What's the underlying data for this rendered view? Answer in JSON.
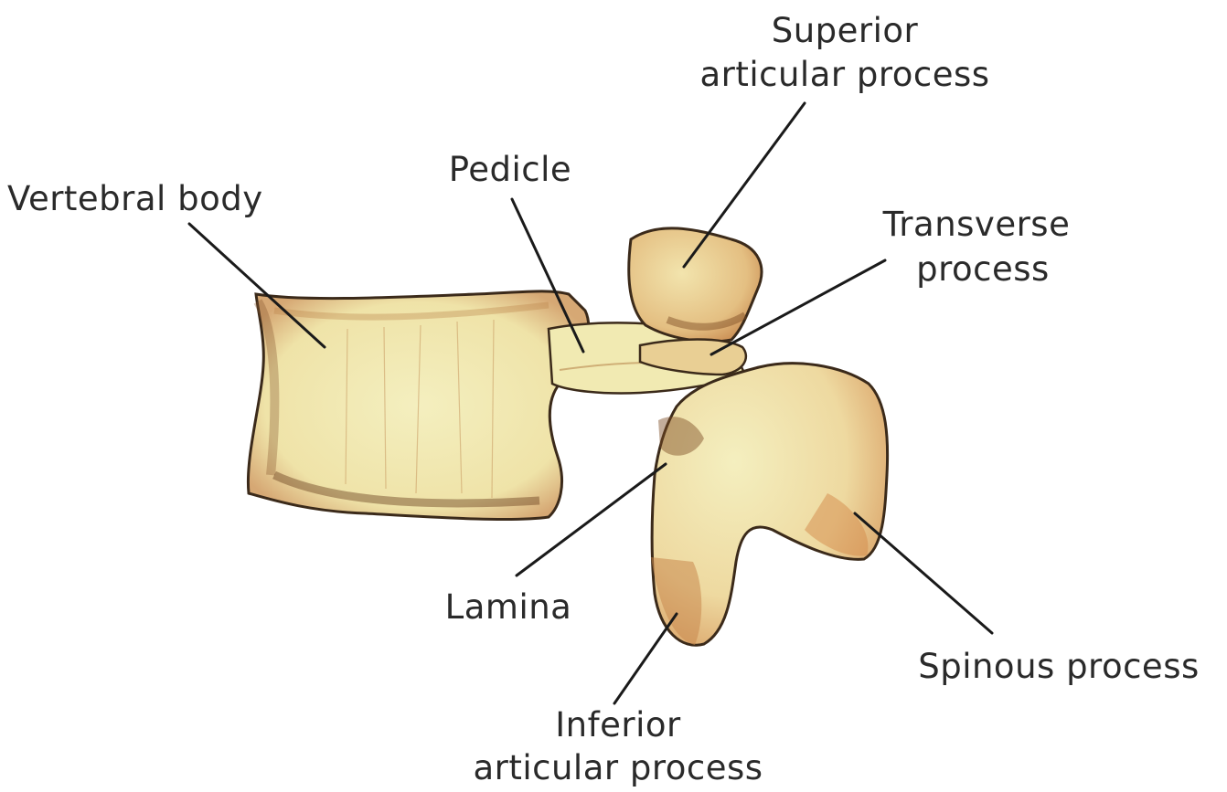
{
  "labels": {
    "superior_articular_process": {
      "line1": "Superior",
      "line2": "articular process"
    },
    "pedicle": "Pedicle",
    "vertebral_body": "Vertebral body",
    "transverse_process": {
      "line1": "Transverse",
      "line2": "process"
    },
    "lamina": "Lamina",
    "spinous_process": "Spinous process",
    "inferior_articular_process": {
      "line1": "Inferior",
      "line2": "articular process"
    }
  },
  "colors": {
    "bone_fill": "#f2ecb4",
    "bone_shade": "#d9a66a",
    "bone_dark": "#8a5a30",
    "outline": "#3b2a1a",
    "text": "#2a2a2a",
    "leader_line": "#1a1a1a"
  }
}
